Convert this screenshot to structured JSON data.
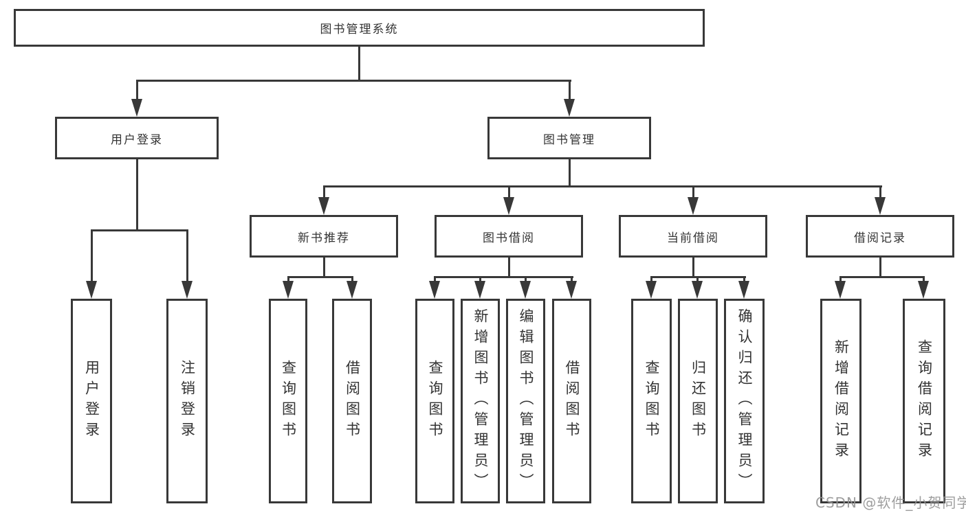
{
  "diagram": {
    "title": "图书管理系统",
    "level2": [
      {
        "label": "用户登录",
        "children": [
          "用户登录",
          "注销登录"
        ]
      },
      {
        "label": "图书管理",
        "children": [
          {
            "label": "新书推荐",
            "children": [
              "查询图书",
              "借阅图书"
            ]
          },
          {
            "label": "图书借阅",
            "children": [
              "查询图书",
              "新增图书（管理员）",
              "编辑图书（管理员）",
              "借阅图书"
            ]
          },
          {
            "label": "当前借阅",
            "children": [
              "查询图书",
              "归还图书",
              "确认归还（管理员）"
            ]
          },
          {
            "label": "借阅记录",
            "children": [
              "新增借阅记录",
              "查询借阅记录"
            ]
          }
        ]
      }
    ],
    "colors": {
      "line": "#383838",
      "text": "#333333",
      "background": "#ffffff",
      "watermark": "#949494"
    }
  },
  "watermark": {
    "text": "CSDN @软件_小贺同学"
  }
}
